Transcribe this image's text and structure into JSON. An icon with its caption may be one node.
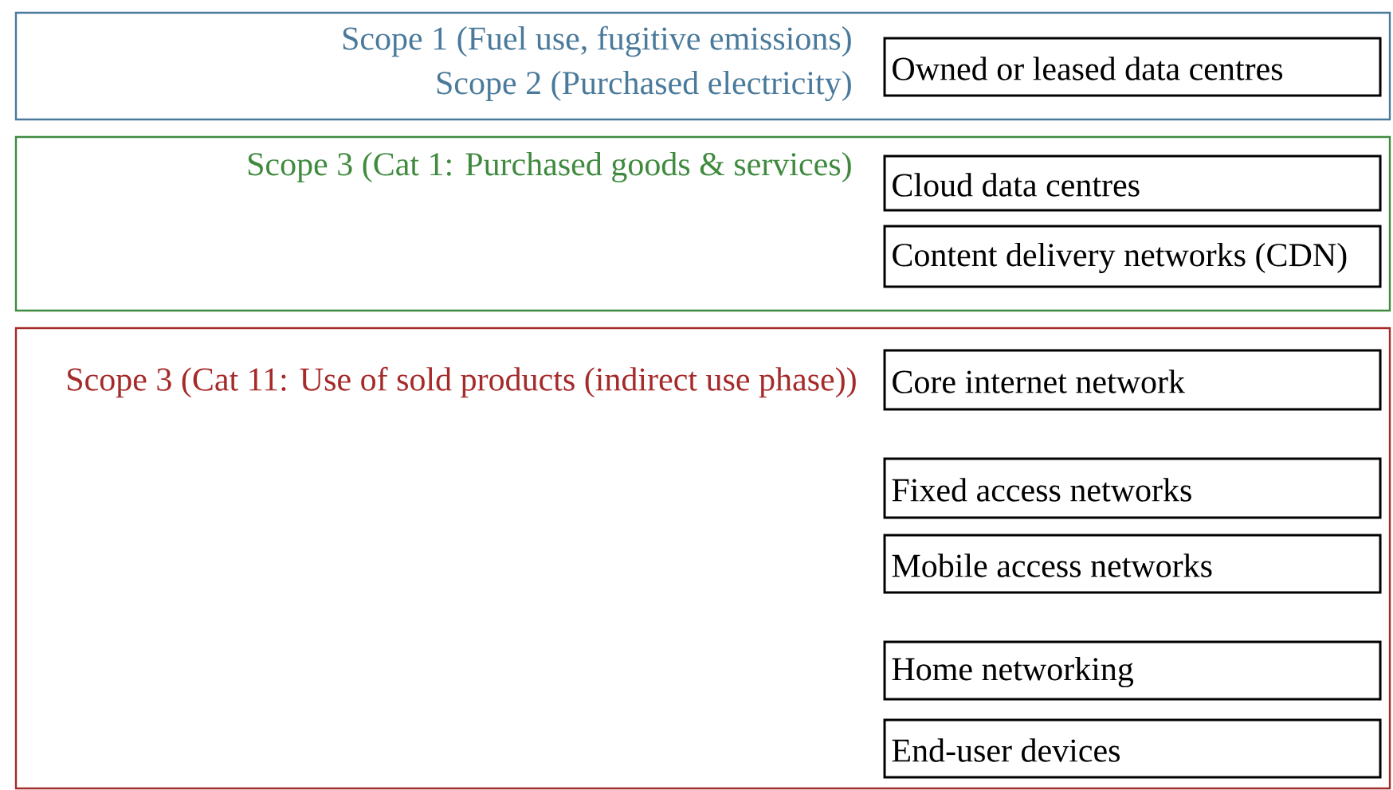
{
  "diagram": {
    "nodes": [
      {
        "text": [
          "Scope 1 (Fuel use, fugitive emissions)",
          "Scope 2 (Purchased electricity)"
        ]
      },
      {
        "text": [
          "Owned or leased data centres"
        ],
        "in": 0
      },
      {
        "text": [
          "Scope 3 (Cat 1: Purchased goods & services)"
        ]
      },
      {
        "text": [
          "Cloud data centres"
        ],
        "in": 2
      },
      {
        "text": [
          "Content delivery networks (CDN)"
        ],
        "in": 2
      },
      {
        "text": [
          "Scope 3 (Cat 11: Use of sold products (indirect use phase))"
        ]
      },
      {
        "text": [
          "Core internet network"
        ],
        "in": 5
      },
      {
        "text": [
          "Fixed access networks"
        ],
        "in": 5
      },
      {
        "text": [
          "Mobile access networks"
        ],
        "in": 5
      },
      {
        "text": [
          "Home networking"
        ],
        "in": 5
      },
      {
        "text": [
          "End-user devices"
        ],
        "in": 5
      }
    ]
  }
}
